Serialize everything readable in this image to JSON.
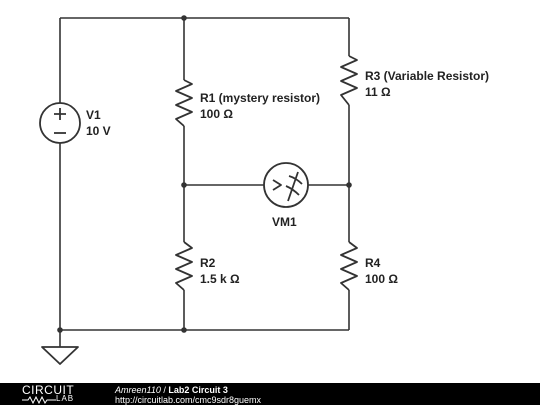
{
  "diagram": {
    "components": {
      "v1": {
        "name": "V1",
        "value": "10 V"
      },
      "r1": {
        "name": "R1 (mystery resistor)",
        "value": "100 Ω"
      },
      "r2": {
        "name": "R2",
        "value": "1.5 k Ω"
      },
      "r3": {
        "name": "R3 (Variable Resistor)",
        "value": "11 Ω"
      },
      "r4": {
        "name": "R4",
        "value": "100 Ω"
      },
      "vm1": {
        "name": "VM1"
      }
    }
  },
  "footer": {
    "brand_top": "CIRCUIT",
    "brand_bottom": "LAB",
    "author": "Amreen110",
    "separator": " / ",
    "title": "Lab2 Circuit 3",
    "url": "http://circuitlab.com/cmc9sdr8guemx"
  },
  "colors": {
    "line": "#333333",
    "footer_bg": "#000000",
    "footer_text": "#ffffff"
  }
}
